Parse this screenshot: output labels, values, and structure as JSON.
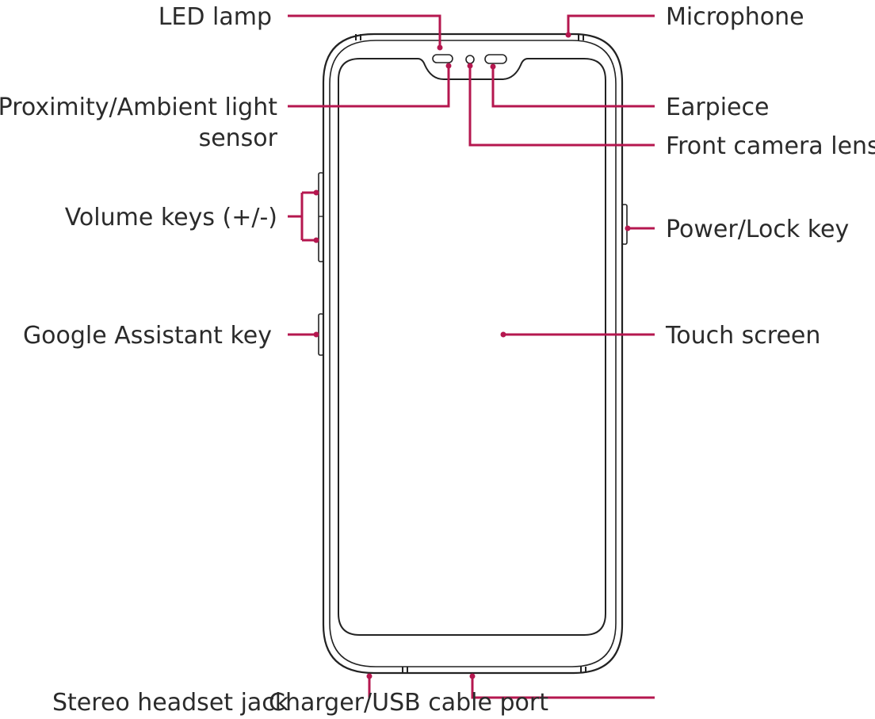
{
  "labels": {
    "led_lamp": "LED lamp",
    "microphone": "Microphone",
    "proximity_line1": "Proximity/Ambient light",
    "proximity_line2": "sensor",
    "earpiece": "Earpiece",
    "front_camera": "Front camera lens",
    "volume_keys": "Volume keys (+/-)",
    "power_lock": "Power/Lock key",
    "google_assistant": "Google Assistant key",
    "touch_screen": "Touch screen",
    "stereo_jack": "Stereo headset jack",
    "charger_port": "Charger/USB cable port"
  },
  "colors": {
    "leader": "#b5174f",
    "outline": "#222222",
    "text": "#2b2b2b"
  }
}
